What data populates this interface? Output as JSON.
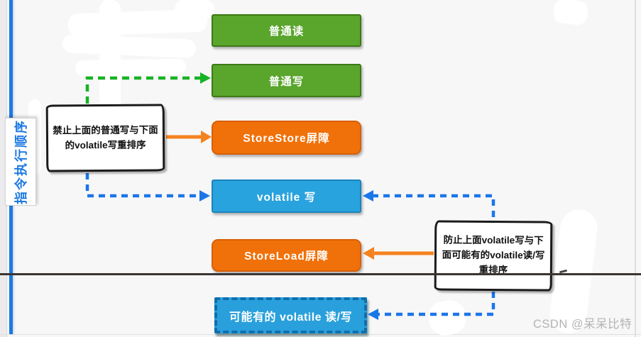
{
  "diagram": {
    "axis": {
      "label": "指令执行顺序"
    },
    "nodes": [
      {
        "id": "normal-read",
        "label": "普通读",
        "color": "#5aa52c",
        "border_style": "solid"
      },
      {
        "id": "normal-write",
        "label": "普通写",
        "color": "#5aa52c",
        "border_style": "solid"
      },
      {
        "id": "storestore-barrier",
        "label": "StoreStore屏障",
        "color": "#f07109",
        "border_style": "solid"
      },
      {
        "id": "volatile-write",
        "label": "volatile 写",
        "color": "#29a3de",
        "border_style": "solid"
      },
      {
        "id": "storeload-barrier",
        "label": "StoreLoad屏障",
        "color": "#f07109",
        "border_style": "solid"
      },
      {
        "id": "maybe-volatile-rw",
        "label": "可能有的 volatile 读/写",
        "color": "#29a0dc",
        "border_style": "dashed"
      }
    ],
    "callouts": [
      {
        "id": "left",
        "text": "禁止上面的普通写与下面的volatile写重排序",
        "lines": [
          "禁止上面的普通写与下面",
          "的volatile写重排序"
        ]
      },
      {
        "id": "right",
        "text": "防止上面volatile写与下面可能有的volatile读/写重排序",
        "lines": [
          "防止上面volatile写与下",
          "面可能有的volatile读/写",
          "重排序"
        ]
      }
    ],
    "edges": [
      {
        "from": "callout-left",
        "to": "normal-write",
        "style": "dashed",
        "color": "#17b324"
      },
      {
        "from": "callout-left",
        "to": "storestore-barrier",
        "style": "solid",
        "color": "#f5821f"
      },
      {
        "from": "callout-left",
        "to": "volatile-write",
        "style": "dashed",
        "color": "#1b76e8"
      },
      {
        "from": "callout-right",
        "to": "volatile-write",
        "style": "dashed",
        "color": "#1b76e8"
      },
      {
        "from": "callout-right",
        "to": "storeload-barrier",
        "style": "solid",
        "color": "#f5821f"
      },
      {
        "from": "callout-right",
        "to": "maybe-volatile-rw",
        "style": "dashed",
        "color": "#1b76e8"
      }
    ],
    "colors": {
      "green_box": "#5aa52c",
      "orange_box": "#f07109",
      "blue_box": "#29a3de",
      "green_dash_arrow": "#17b324",
      "blue_dash_arrow": "#1b76e8",
      "orange_arrow": "#f5821f",
      "axis_blue": "#1c79e2",
      "separator_line": "#3b3532"
    }
  },
  "watermark": {
    "text": "CSDN @呆呆比特",
    "color": "#b4b4b6"
  }
}
